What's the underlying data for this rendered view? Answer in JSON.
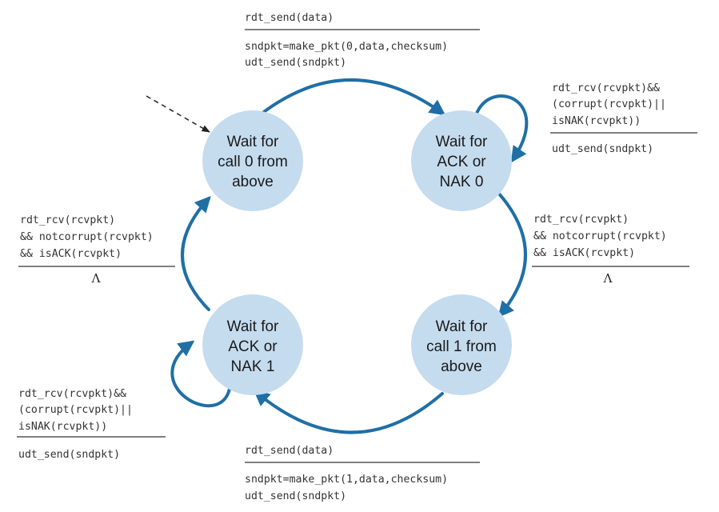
{
  "colors": {
    "state_fill": "#c5dcef",
    "arrow": "#1f6fa6",
    "initial_arrow": "#222222",
    "text": "#1a1a1a"
  },
  "states": [
    {
      "id": "wait-call-0",
      "lines": [
        "Wait for",
        "call 0 from",
        "above"
      ]
    },
    {
      "id": "wait-ack-nak-0",
      "lines": [
        "Wait for",
        "ACK or",
        "NAK 0"
      ]
    },
    {
      "id": "wait-call-1",
      "lines": [
        "Wait for",
        "call 1 from",
        "above"
      ]
    },
    {
      "id": "wait-ack-nak-1",
      "lines": [
        "Wait for",
        "ACK or",
        "NAK 1"
      ]
    }
  ],
  "transitions": {
    "top": {
      "event": [
        "rdt_send(data)"
      ],
      "actions": [
        "sndpkt=make_pkt(0,data,checksum)",
        "udt_send(sndpkt)"
      ]
    },
    "self_ack0": {
      "event": [
        "rdt_rcv(rcvpkt)&&",
        "(corrupt(rcvpkt)||",
        "isNAK(rcvpkt))"
      ],
      "actions": [
        "udt_send(sndpkt)"
      ]
    },
    "right": {
      "event": [
        "rdt_rcv(rcvpkt)",
        "&& notcorrupt(rcvpkt)",
        "&& isACK(rcvpkt)"
      ],
      "actions": [
        "Λ"
      ]
    },
    "left": {
      "event": [
        "rdt_rcv(rcvpkt)",
        "&& notcorrupt(rcvpkt)",
        "&& isACK(rcvpkt)"
      ],
      "actions": [
        "Λ"
      ]
    },
    "self_ack1": {
      "event": [
        "rdt_rcv(rcvpkt)&&",
        "(corrupt(rcvpkt)||",
        "isNAK(rcvpkt))"
      ],
      "actions": [
        "udt_send(sndpkt)"
      ]
    },
    "bottom": {
      "event": [
        "rdt_send(data)"
      ],
      "actions": [
        "sndpkt=make_pkt(1,data,checksum)",
        "udt_send(sndpkt)"
      ]
    }
  }
}
